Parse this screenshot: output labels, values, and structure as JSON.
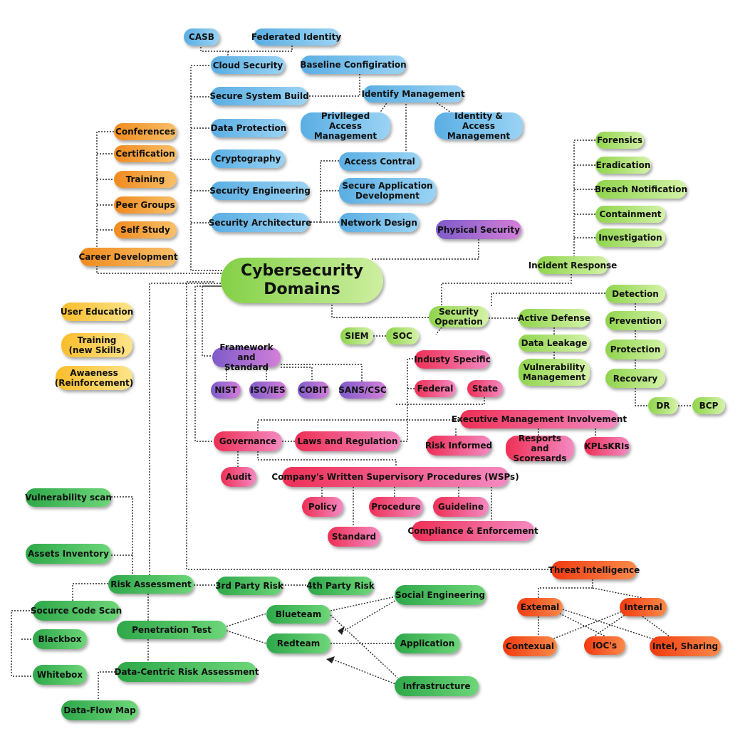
{
  "center": {
    "label": "Cybersecurity\nDomains",
    "color": "#8fd44c"
  },
  "colors": {
    "blue": "#5aaee3",
    "orange": "#f08a1e",
    "yellow": "#f9bd2b",
    "purple": "#7d5bc9",
    "pink": "#ee2f55",
    "green": "#2ea84a",
    "lime": "#8fd44c",
    "red": "#f03a10"
  },
  "nodes": {
    "casb": "CASB",
    "federated_identity": "Federated Identity",
    "cloud_security": "Cloud Security",
    "baseline_config": "Baseline Configiration",
    "secure_system_build": "Secure System Build",
    "identify_management": "Identify Management",
    "privileged_access": "Privlleged Access\nManagement",
    "identity_access": "Identity & Access\nManagement",
    "data_protection": "Data Protection",
    "cryptography": "Cryptography",
    "access_control": "Access Contral",
    "security_engineering": "Security Engineering",
    "secure_app_dev": "Secure Application\nDevelopment",
    "security_architecture": "Security Architecture",
    "network_design": "Network Design",
    "physical_security": "Physical Security",
    "conferences": "Conferences",
    "certification": "Certification",
    "training": "Training",
    "peer_groups": "Peer Groups",
    "self_study": "Self Study",
    "career_development": "Career Development",
    "user_education": "User Education",
    "training_new_skills": "Training\n(new Skills)",
    "awareness": "Awaeness\n(Reinforcement)",
    "forensics": "Forensics",
    "eradication": "Eradication",
    "breach_notification": "Breach Notification",
    "containment": "Containment",
    "investigation": "Investigation",
    "incident_response": "Incident Response",
    "detection": "Detection",
    "prevention": "Prevention",
    "protection": "Protection",
    "recovery": "Recovary",
    "dr": "DR",
    "bcp": "BCP",
    "security_operation": "Security\nOperation",
    "active_defense": "Active Defense",
    "data_leakage": "Data Leakage",
    "vuln_management": "Vulnerability\nManagement",
    "siem": "SIEM",
    "soc": "SOC",
    "framework_standard": "Framework\nand Standard",
    "nist": "NIST",
    "iso_ies": "ISO/IES",
    "cobit": "COBIT",
    "sans_csc": "SANS/CSC",
    "industry_specific": "Industy Specific",
    "federal": "Federal",
    "state": "State",
    "exec_mgmt": "Executive Management Involvement",
    "risk_informed": "Risk Informed",
    "reports_scorecards": "Resports and\nScoresards",
    "kpis_kris": "KPLsKRIs",
    "governance": "Governance",
    "laws_regulation": "Laws and Regulation",
    "audit": "Audit",
    "wsps": "Company's Written Supervisory Procedures (WSPs)",
    "policy": "Policy",
    "procedure": "Procedure",
    "guideline": "Guideline",
    "standard": "Standard",
    "compliance": "Compliance & Enforcement",
    "vulnerability_scan": "Vulnerability scan",
    "assets_inventory": "Assets Inventory",
    "risk_assessment": "Risk Assessment",
    "third_party_risk": "3rd Party Risk",
    "fourth_party_risk": "4th Party Risk",
    "source_code_scan": "Socurce Code Scan",
    "blackbox": "Blackbox",
    "whitebox": "Whitebox",
    "penetration_test": "Penetration Test",
    "blueteam": "Blueteam",
    "redteam": "Redteam",
    "social_engineering": "Social Engineering",
    "application": "Application",
    "infrastructure": "Infrastructure",
    "data_centric_risk": "Data-Centric Risk Assessment",
    "data_flow_map": "Data-Flow Map",
    "threat_intelligence": "Threat Intelligence",
    "external": "Extemal",
    "internal": "Internal",
    "contextual": "Contexual",
    "iocs": "IOC's",
    "intel_sharing": "Intel, Sharing"
  }
}
